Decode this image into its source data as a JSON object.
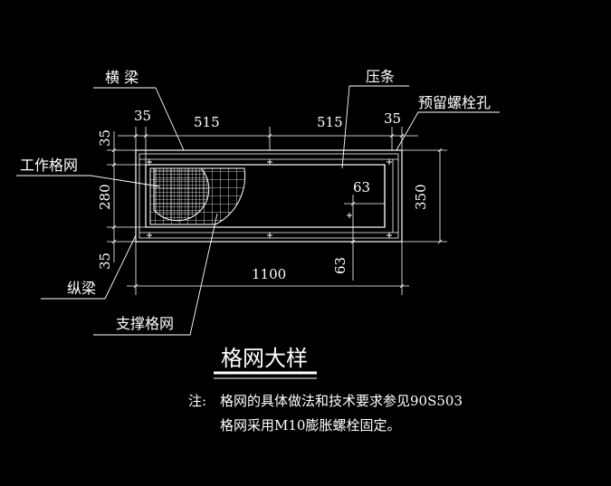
{
  "labels": {
    "crossbeam": "横  梁",
    "pressing_strip": "压条",
    "bolt_hole": "预留螺栓孔",
    "working_mesh": "工作格网",
    "longitudinal_beam": "纵梁",
    "support_mesh": "支撑格网"
  },
  "dimensions": {
    "top_left_35": "35",
    "top_515_a": "515",
    "top_515_b": "515",
    "top_right_35": "35",
    "left_top_35": "35",
    "left_280": "280",
    "left_bottom_35": "35",
    "right_350": "350",
    "inner_63_top": "63",
    "inner_63_bottom": "63",
    "bottom_1100": "1100"
  },
  "title": "格网大样",
  "notes": {
    "prefix": "注:",
    "line1": "格网的具体做法和技术要求参见90S503",
    "line2": "格网采用M10膨胀螺栓固定。"
  },
  "colors": {
    "background": "#000000",
    "lines": "#ffffff"
  }
}
